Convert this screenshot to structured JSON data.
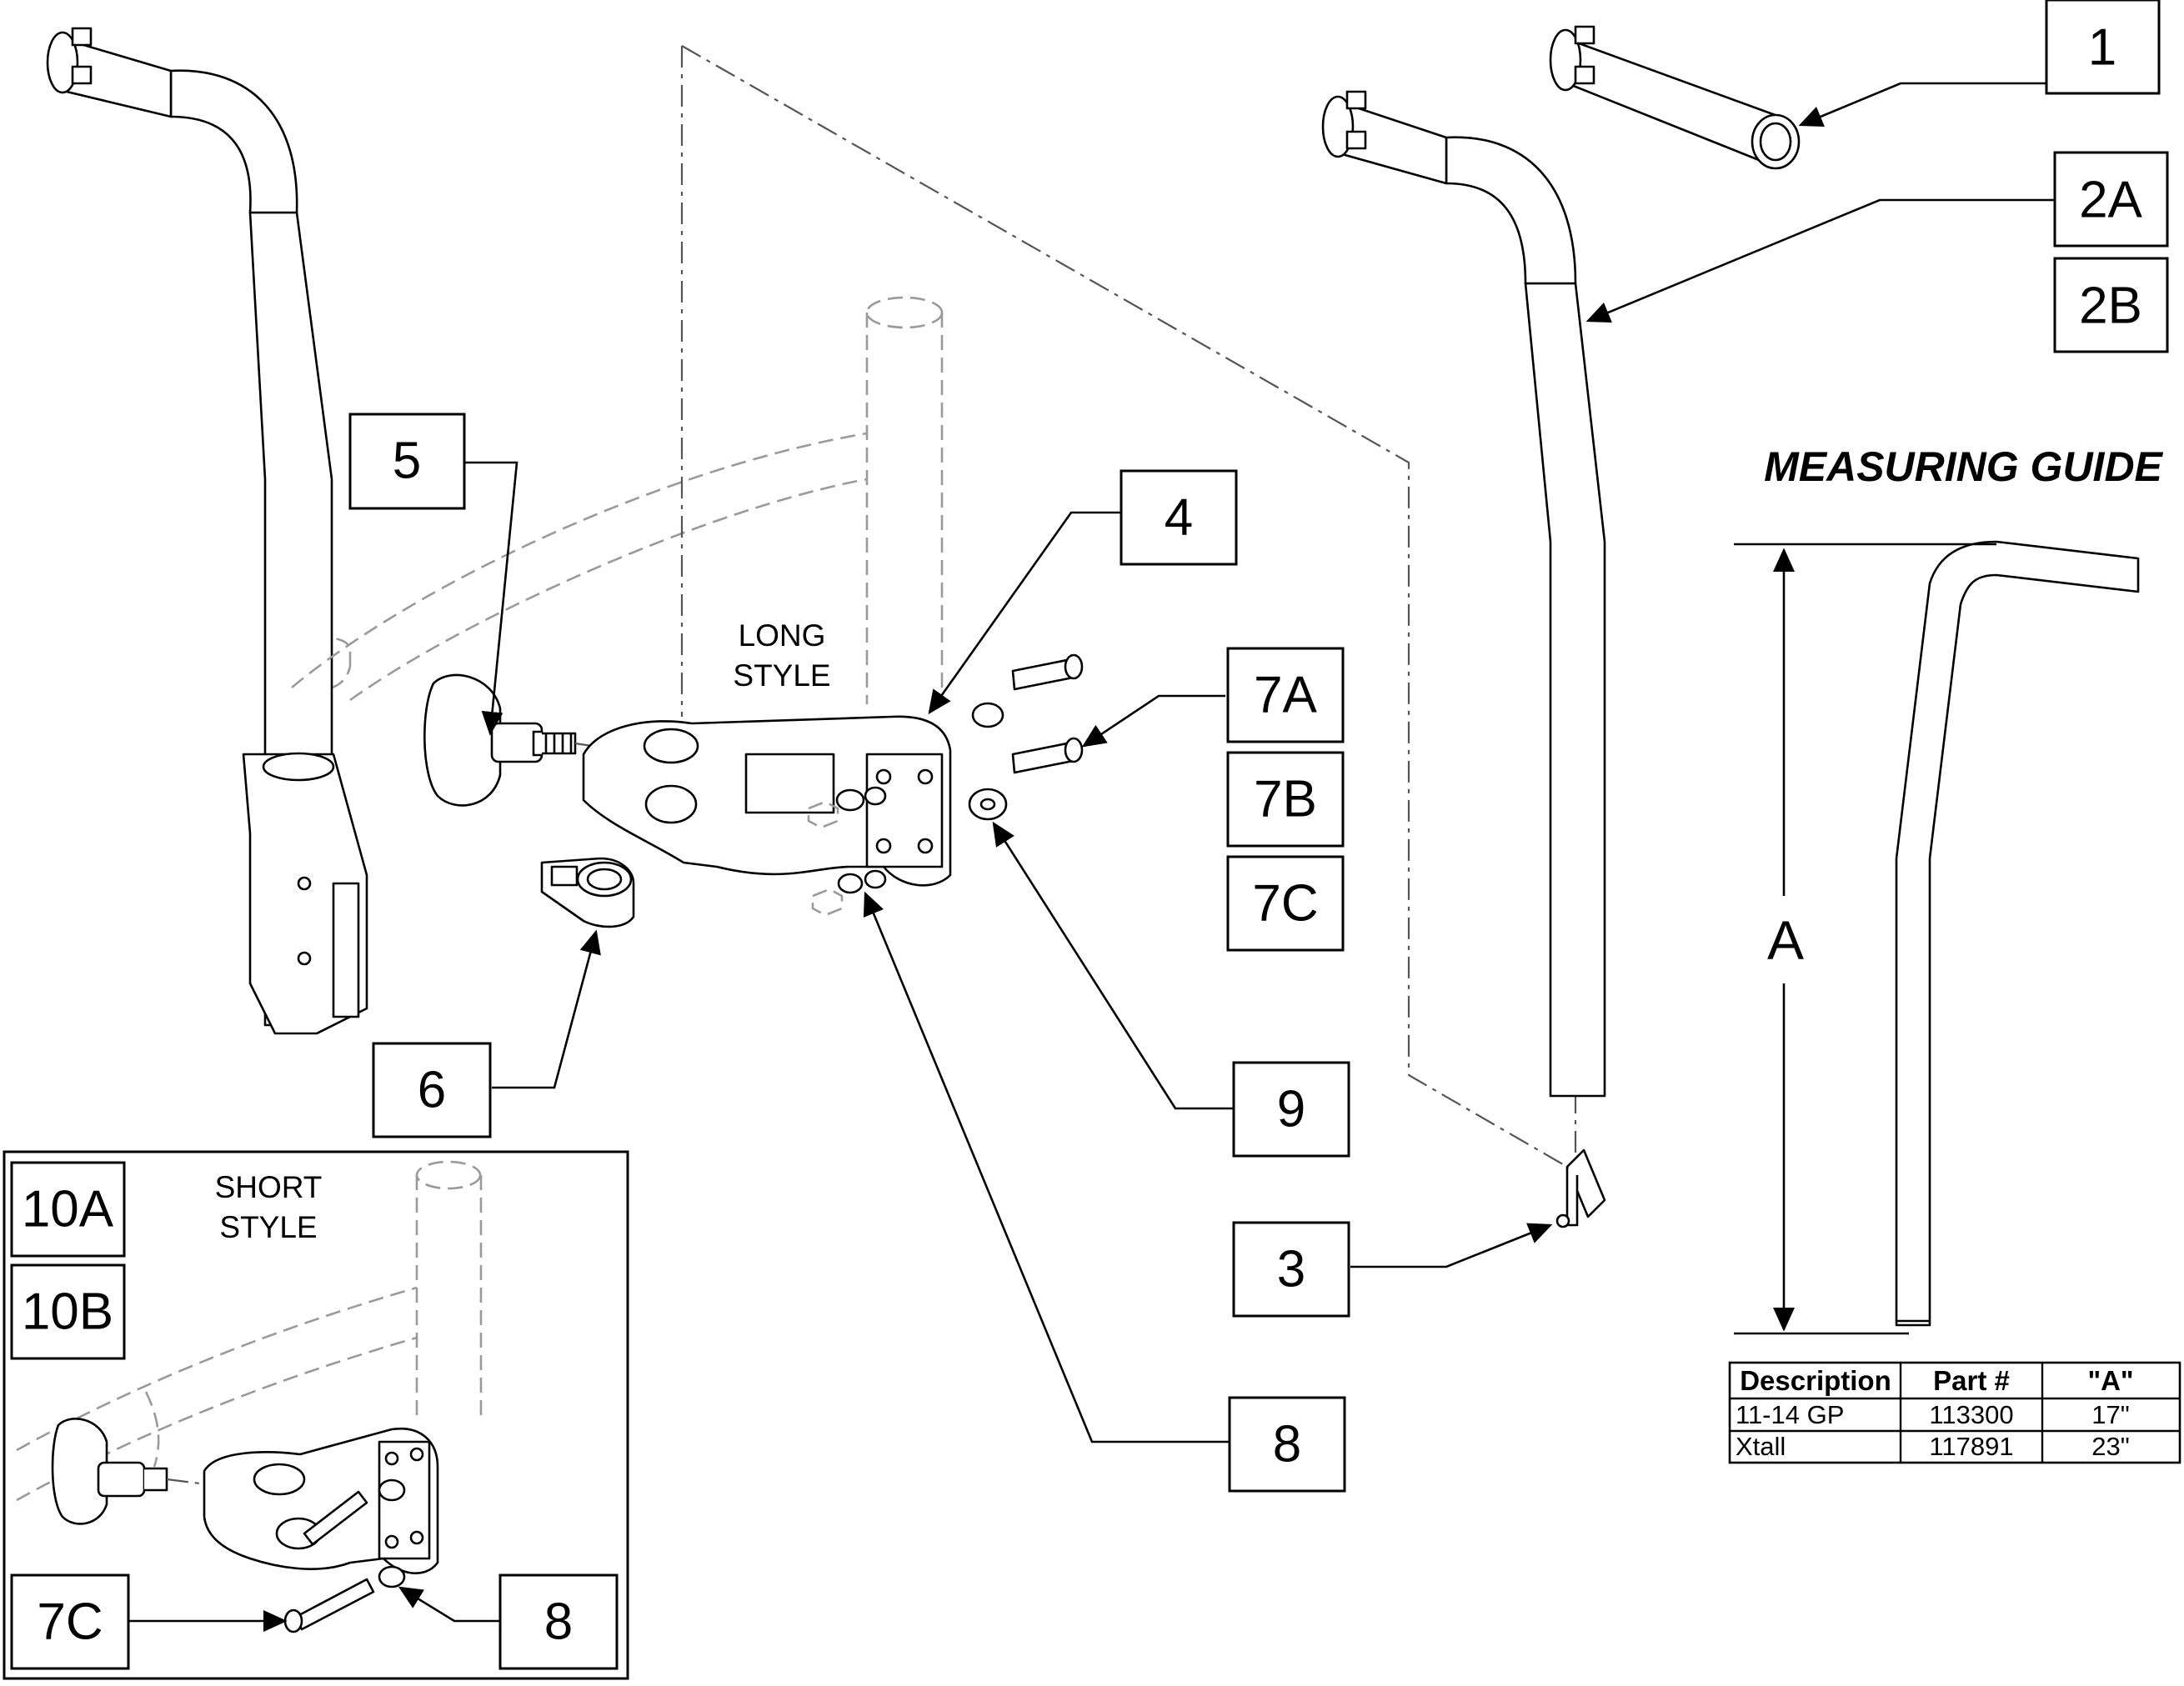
{
  "callouts": {
    "c1": "1",
    "c2a": "2A",
    "c2b": "2B",
    "c3": "3",
    "c4": "4",
    "c5": "5",
    "c6": "6",
    "c7a": "7A",
    "c7b": "7B",
    "c7c": "7C",
    "c8": "8",
    "c9": "9",
    "inset_10a": "10A",
    "inset_10b": "10B",
    "inset_7c": "7C",
    "inset_8": "8"
  },
  "labels": {
    "long_style_1": "LONG",
    "long_style_2": "STYLE",
    "short_style_1": "SHORT",
    "short_style_2": "STYLE"
  },
  "measuring_guide": {
    "title": "MEASURING GUIDE",
    "dimension": "A"
  },
  "table": {
    "headers": [
      "Description",
      "Part #",
      "\"A\""
    ],
    "rows": [
      [
        "11-14 GP",
        "113300",
        "17\""
      ],
      [
        "Xtall",
        "117891",
        "23\""
      ]
    ]
  },
  "colors": {
    "line": "#000000",
    "ghost": "#9a9a9a",
    "chain": "#555555"
  }
}
